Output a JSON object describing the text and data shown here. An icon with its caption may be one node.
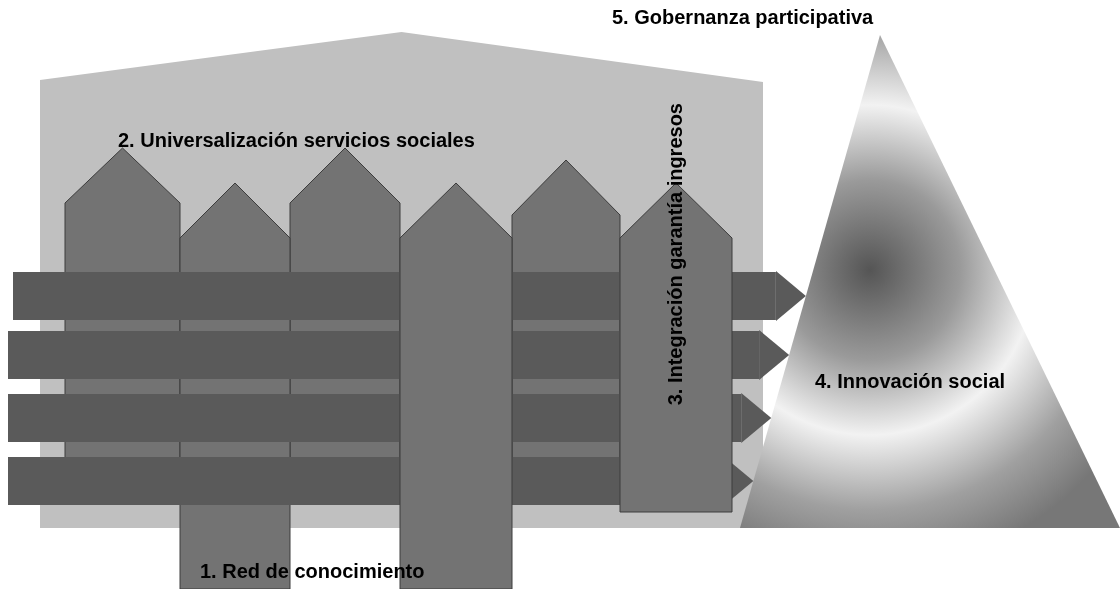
{
  "diagram": {
    "nodes": [
      {
        "text": [
          "2. Universalización servicios sociales"
        ]
      },
      {
        "text": [],
        "shape": "box",
        "in": 0
      },
      {
        "text": [],
        "shape": "box"
      },
      {
        "text": [],
        "shape": "box",
        "in": 0
      },
      {
        "text": [],
        "shape": "box"
      },
      {
        "text": [],
        "shape": "box",
        "in": 0
      },
      {
        "text": [
          "3. Integración garantía ingresos"
        ],
        "in": 0
      },
      {
        "text": [
          "5. Gobernanza participativa",
          "4. Innovación social"
        ]
      }
    ],
    "edges": [
      {
        "from": null,
        "to": 7,
        "arrow": "to"
      },
      {
        "from": null,
        "to": 7,
        "arrow": "to"
      },
      {
        "from": null,
        "to": 7,
        "arrow": "to"
      },
      {
        "from": null,
        "to": 7,
        "arrow": "to"
      }
    ],
    "labels": [
      "1. Red de conocimiento"
    ]
  }
}
